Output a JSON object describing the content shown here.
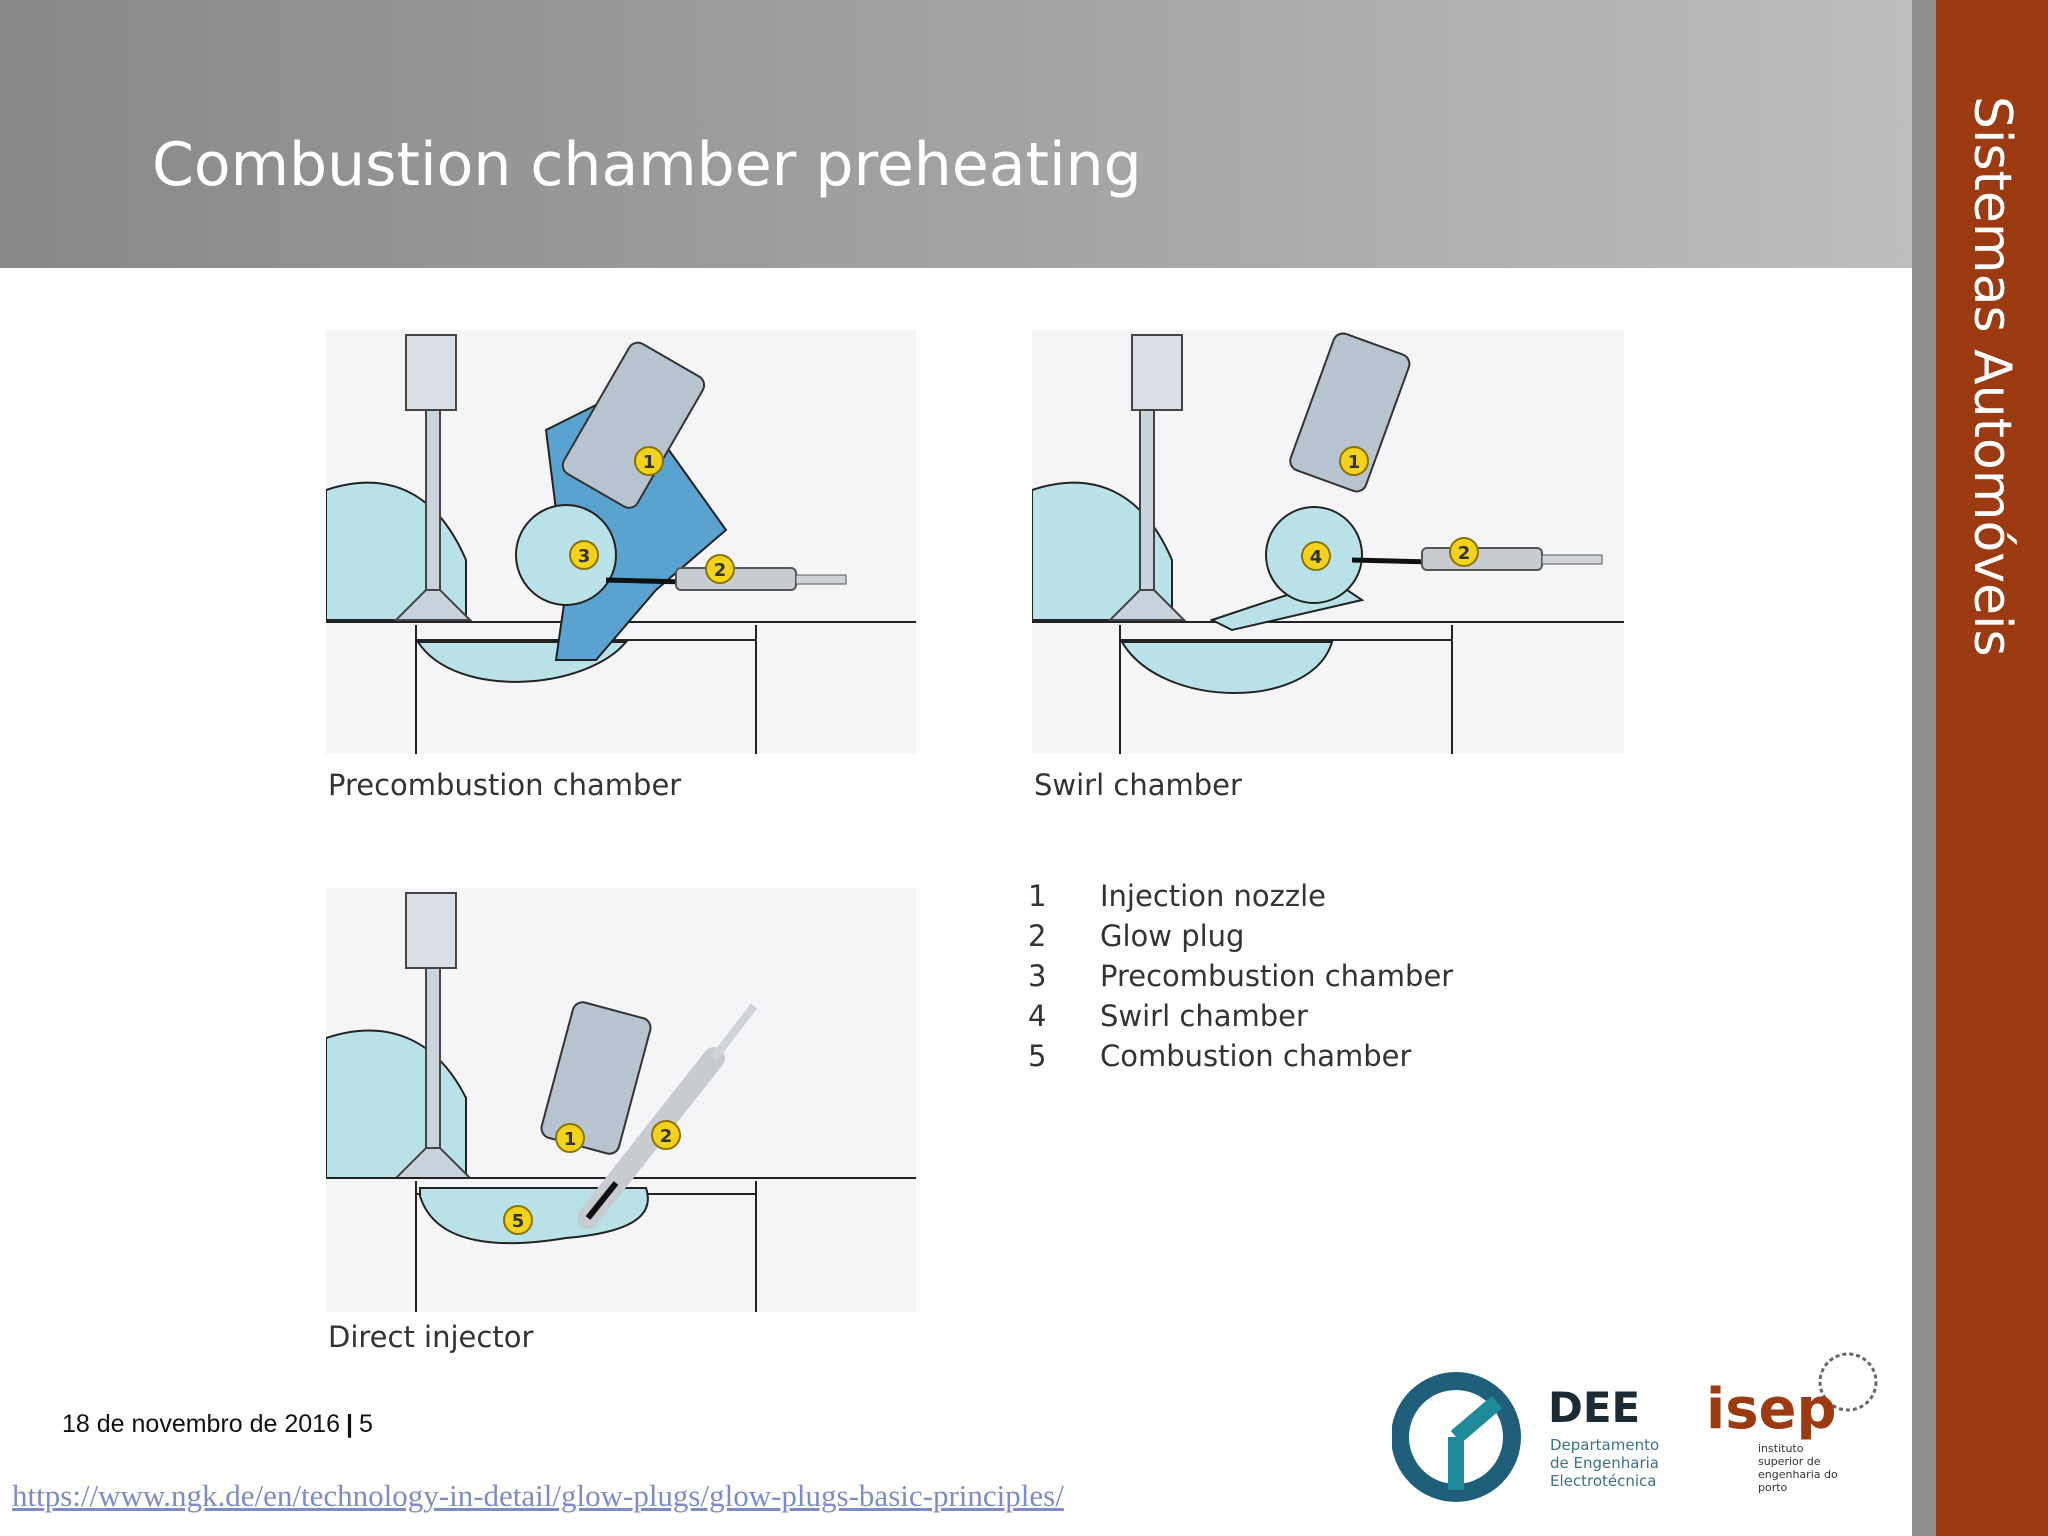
{
  "slide": {
    "title": "Combustion chamber preheating",
    "course": "Sistemas Automóveis",
    "date": "18 de novembro de 2016",
    "separator": "|",
    "page_number": "5",
    "source_url": "https://www.ngk.de/en/technology-in-detail/glow-plugs/glow-plugs-basic-principles/"
  },
  "diagrams": {
    "precombustion": {
      "caption": "Precombustion chamber",
      "markers": [
        "1",
        "3",
        "2"
      ]
    },
    "swirl": {
      "caption": "Swirl chamber",
      "markers": [
        "1",
        "4",
        "2"
      ]
    },
    "direct": {
      "caption": "Direct injector",
      "markers": [
        "1",
        "2",
        "5"
      ]
    }
  },
  "legend": [
    {
      "num": "1",
      "label": "Injection nozzle"
    },
    {
      "num": "2",
      "label": "Glow plug"
    },
    {
      "num": "3",
      "label": "Precombustion chamber"
    },
    {
      "num": "4",
      "label": "Swirl chamber"
    },
    {
      "num": "5",
      "label": "Combustion chamber"
    }
  ],
  "logos": {
    "dee": {
      "name": "DEE",
      "line1": "Departamento",
      "line2": "de Engenharia",
      "line3": "Electrotécnica"
    },
    "isep": {
      "name": "isep",
      "line1": "instituto",
      "line2": "superior de",
      "line3": "engenharia do",
      "line4": "porto"
    }
  },
  "colors": {
    "accent_sidebar": "#9c3a12",
    "fluid": "#b9e2e8",
    "marker_yellow": "#f2d21b",
    "dee_blue": "#1f5f7a",
    "isep_brown": "#9c3a12"
  }
}
